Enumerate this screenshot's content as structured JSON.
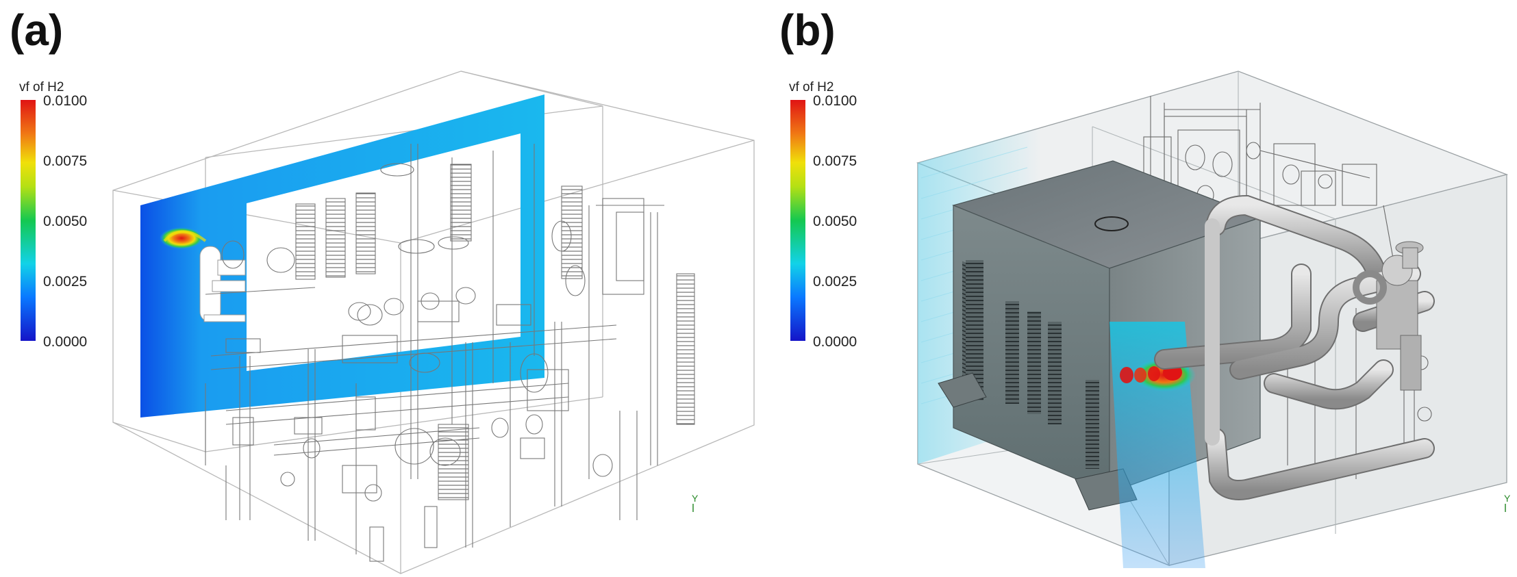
{
  "panels": [
    {
      "label": "(a)",
      "colorbar": {
        "title": "vf of H2",
        "ticks": [
          "0.0100",
          "0.0075",
          "0.0050",
          "0.0025",
          "0.0000"
        ]
      },
      "axis_mark": "Y"
    },
    {
      "label": "(b)",
      "colorbar": {
        "title": "vf of H2",
        "ticks": [
          "0.0100",
          "0.0075",
          "0.0050",
          "0.0025",
          "0.0000"
        ]
      },
      "axis_mark": "Y"
    }
  ],
  "colormap": [
    "#1414c8",
    "#0a78ff",
    "#12d2e8",
    "#14c850",
    "#f0e00a",
    "#f07814",
    "#e01414"
  ]
}
